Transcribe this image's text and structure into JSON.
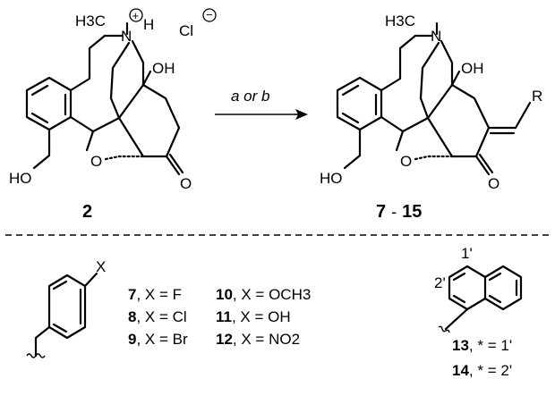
{
  "compound_left": {
    "number": "2",
    "label_h3c": "H3C",
    "label_n": "N",
    "label_h": "H",
    "charge_plus": "+",
    "label_cl": "Cl",
    "charge_minus": "−",
    "label_oh": "OH",
    "label_ho": "HO",
    "label_o_ring": "O",
    "label_o_ketone": "O"
  },
  "arrow": {
    "conditions": "a or b"
  },
  "compound_right": {
    "number": "7 - 15",
    "number_a": "7",
    "number_sep": "-",
    "number_b": "15",
    "label_h3c": "H3C",
    "label_n": "N",
    "label_oh": "OH",
    "label_ho": "HO",
    "label_o_ring": "O",
    "label_o_ketone": "O",
    "label_r": "R"
  },
  "substituents_phenyl": {
    "label_x": "X",
    "rows": [
      {
        "num1": "7",
        "text1": ", X = F",
        "num2": "10",
        "text2": ", X = OCH3"
      },
      {
        "num1": "8",
        "text1": ", X = Cl",
        "num2": "11",
        "text2": ", X = OH"
      },
      {
        "num1": "9",
        "text1": ", X = Br",
        "num2": "12",
        "text2": ", X = NO2"
      }
    ]
  },
  "substituents_naphthyl": {
    "label_1p": "1'",
    "label_2p": "2'",
    "rows": [
      {
        "num": "13",
        "text": ", * = 1'"
      },
      {
        "num": "14",
        "text": ", * = 2'"
      }
    ]
  }
}
